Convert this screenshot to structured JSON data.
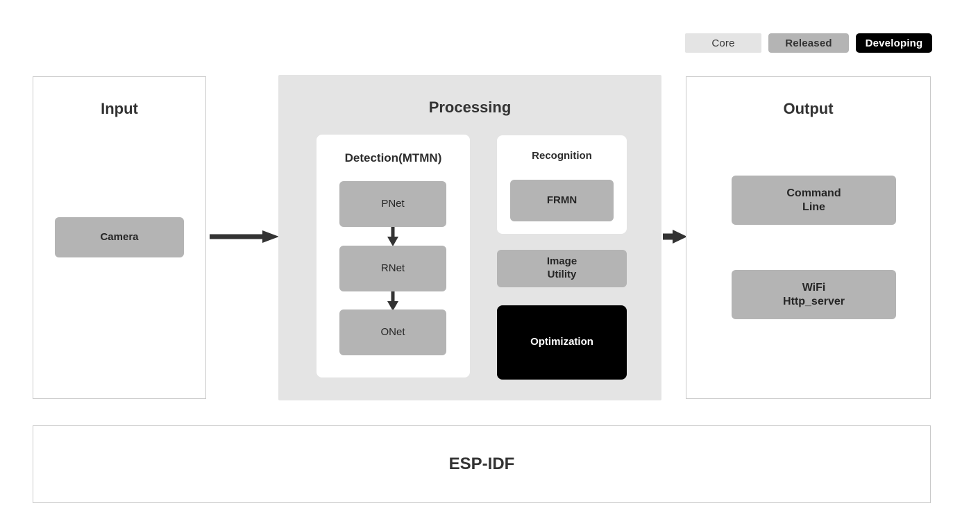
{
  "legend": {
    "items": [
      {
        "label": "Core",
        "color": "#e4e4e4",
        "text_color": "#3a3a3a"
      },
      {
        "label": "Released",
        "color": "#b4b4b4",
        "text_color": "#333333"
      },
      {
        "label": "Developing",
        "color": "#000000",
        "text_color": "#ffffff"
      }
    ]
  },
  "panels": {
    "input": {
      "title": "Input",
      "nodes": [
        {
          "label": "Camera",
          "status": "Released"
        }
      ]
    },
    "processing": {
      "title": "Processing",
      "detection": {
        "title": "Detection(MTMN)",
        "nodes": [
          {
            "label": "PNet",
            "status": "Released"
          },
          {
            "label": "RNet",
            "status": "Released"
          },
          {
            "label": "ONet",
            "status": "Released"
          }
        ]
      },
      "recognition": {
        "title": "Recognition",
        "nodes": [
          {
            "label": "FRMN",
            "status": "Released"
          }
        ]
      },
      "extras": [
        {
          "label_line1": "Image",
          "label_line2": "Utility",
          "status": "Released"
        },
        {
          "label_line1": "Optimization",
          "label_line2": "",
          "status": "Developing"
        }
      ]
    },
    "output": {
      "title": "Output",
      "nodes": [
        {
          "label_line1": "Command",
          "label_line2": "Line",
          "status": "Released"
        },
        {
          "label_line1": "WiFi",
          "label_line2": "Http_server",
          "status": "Released"
        }
      ]
    }
  },
  "foundation": {
    "label": "ESP-IDF"
  },
  "colors": {
    "core": "#e4e4e4",
    "released": "#b4b4b4",
    "developing": "#000000",
    "panel_border": "#c9c9c9",
    "processing_bg": "#e4e4e4",
    "arrow": "#333333"
  }
}
